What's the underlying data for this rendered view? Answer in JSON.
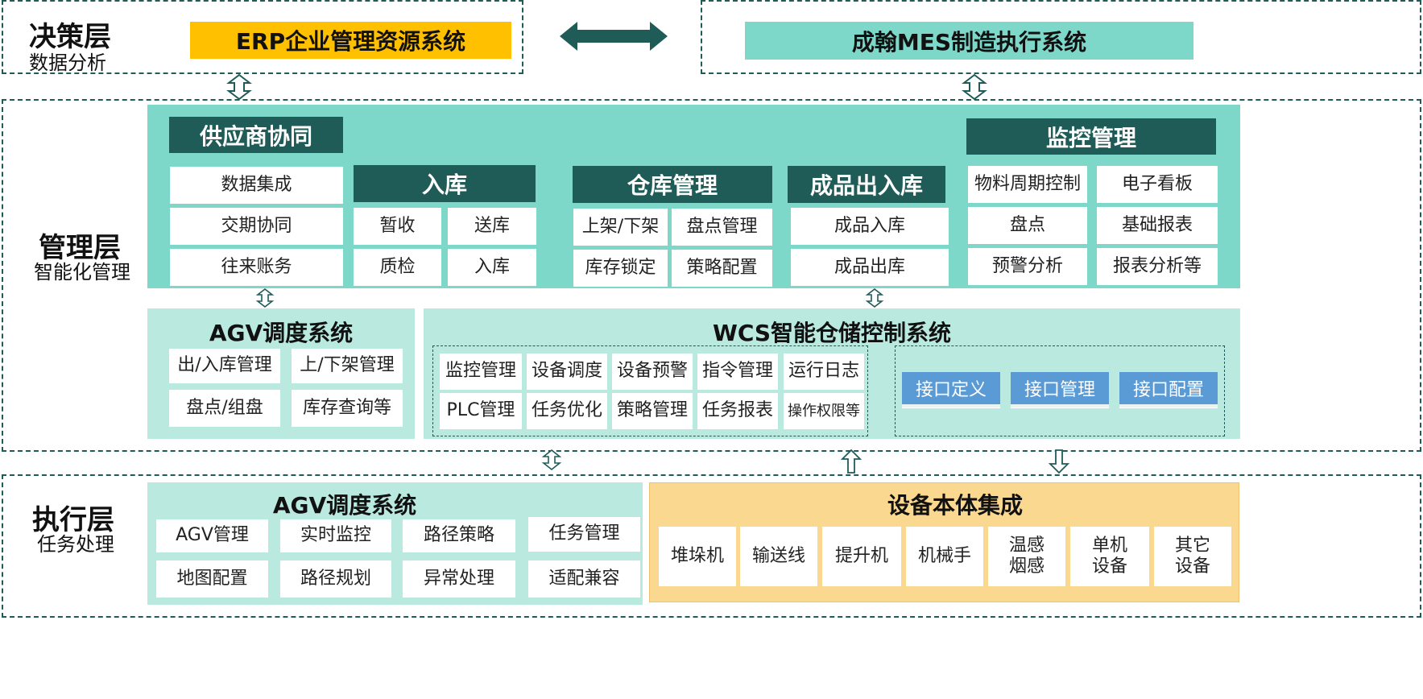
{
  "colors": {
    "dark_teal": "#1f5c58",
    "teal": "#7dd8c9",
    "pale_teal": "#b9e9df",
    "erp_yellow": "#ffc000",
    "device_yellow": "#fbd88f",
    "interface_blue": "#5b9bd5"
  },
  "decision": {
    "title": "决策层",
    "subtitle": "数据分析",
    "erp": "ERP企业管理资源系统",
    "mes": "成翰MES制造执行系统"
  },
  "management": {
    "title": "管理层",
    "subtitle": "智能化管理",
    "supplier": {
      "header": "供应商协同",
      "items": [
        "数据集成",
        "交期协同",
        "往来账务"
      ]
    },
    "inbound": {
      "header": "入库",
      "items": [
        "暂收",
        "送库",
        "质检",
        "入库"
      ]
    },
    "warehouse": {
      "header": "仓库管理",
      "items": [
        "上架/下架",
        "盘点管理",
        "库存锁定",
        "策略配置"
      ]
    },
    "finished": {
      "header": "成品出入库",
      "items": [
        "成品入库",
        "成品出库"
      ]
    },
    "monitor": {
      "header": "监控管理",
      "items": [
        "物料周期控制",
        "电子看板",
        "盘点",
        "基础报表",
        "预警分析",
        "报表分析等"
      ]
    },
    "agv": {
      "title": "AGV调度系统",
      "items": [
        "出/入库管理",
        "上/下架管理",
        "盘点/组盘",
        "库存查询等"
      ]
    },
    "wcs": {
      "title": "WCS智能仓储控制系统",
      "items": [
        "监控管理",
        "设备调度",
        "设备预警",
        "指令管理",
        "运行日志",
        "PLC管理",
        "任务优化",
        "策略管理",
        "任务报表",
        "操作权限等"
      ],
      "interfaces": [
        "接口定义",
        "接口管理",
        "接口配置"
      ]
    }
  },
  "execution": {
    "title": "执行层",
    "subtitle": "任务处理",
    "agv": {
      "title": "AGV调度系统",
      "items": [
        "AGV管理",
        "实时监控",
        "路径策略",
        "任务管理",
        "地图配置",
        "路径规划",
        "异常处理",
        "适配兼容"
      ]
    },
    "devices": {
      "title": "设备本体集成",
      "items": [
        "堆垛机",
        "输送线",
        "提升机",
        "机械手",
        "温感\n烟感",
        "单机\n设备",
        "其它\n设备"
      ]
    }
  },
  "icons": [
    "double-arrow-icon",
    "up-down-arrow-icon",
    "up-arrow-icon",
    "down-arrow-icon"
  ]
}
